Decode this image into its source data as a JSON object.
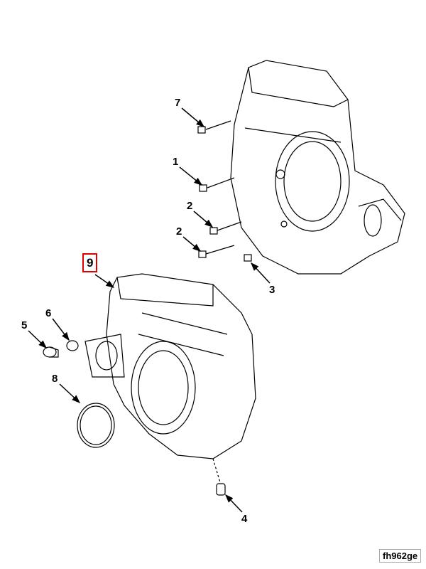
{
  "callouts": {
    "c7": "7",
    "c1": "1",
    "c2a": "2",
    "c2b": "2",
    "c3": "3",
    "c9": "9",
    "c6": "6",
    "c5": "5",
    "c8": "8",
    "c4": "4"
  },
  "figure_id": "fh962ge",
  "highlight_color": "#e00000"
}
